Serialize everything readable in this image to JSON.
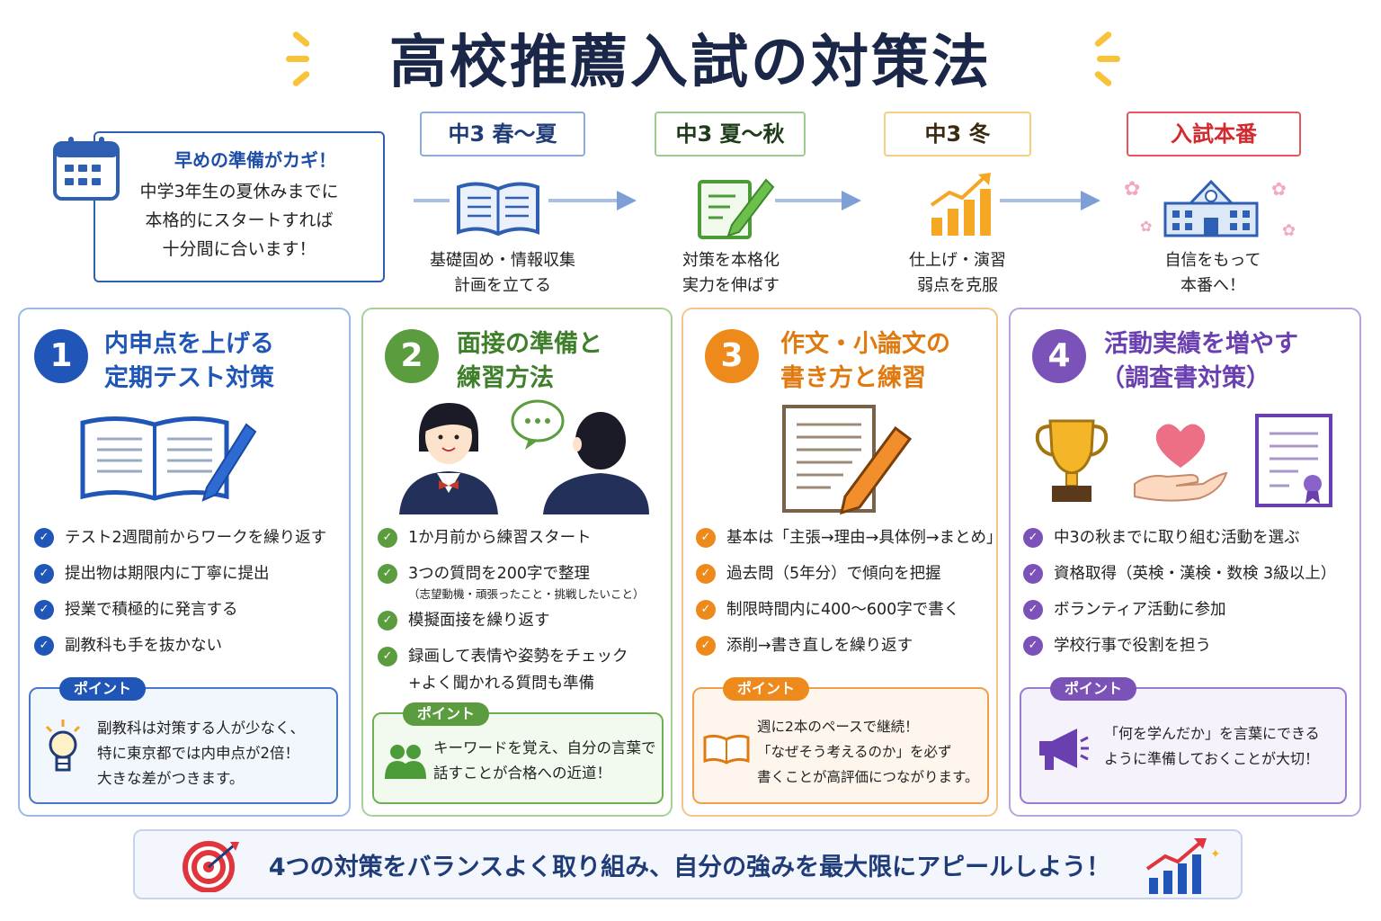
{
  "title": "高校推薦入試の対策法",
  "intro": {
    "heading": "早めの準備がカギ！",
    "lines": [
      "中学3年生の夏休みまでに",
      "本格的にスタートすれば",
      "十分間に合います！"
    ]
  },
  "timeline": [
    {
      "label": "中3 春〜夏",
      "desc": [
        "基礎固め・情報収集",
        "計画を立てる"
      ],
      "icon": "open-book-icon",
      "color": "#4a78c8"
    },
    {
      "label": "中3 夏〜秋",
      "desc": [
        "対策を本格化",
        "実力を伸ばす"
      ],
      "icon": "pencil-paper-icon",
      "color": "#5aa04a"
    },
    {
      "label": "中3 冬",
      "desc": [
        "仕上げ・演習",
        "弱点を克服"
      ],
      "icon": "growth-chart-icon",
      "color": "#f0a623"
    },
    {
      "label": "入試本番",
      "desc": [
        "自信をもって",
        "本番へ！"
      ],
      "icon": "school-building-icon",
      "color": "#e0454a"
    }
  ],
  "cards": [
    {
      "num": "1",
      "title": [
        "内申点を上げる",
        "定期テスト対策"
      ],
      "color": "#1f56b8",
      "items": [
        {
          "text": "テスト2週間前からワークを繰り返す"
        },
        {
          "text": "提出物は期限内に丁寧に提出"
        },
        {
          "text": "授業で積極的に発言する"
        },
        {
          "text": "副教科も手を抜かない"
        }
      ],
      "point_label": "ポイント",
      "point_lines": [
        "副教科は対策する人が少なく、",
        "特に東京都では内申点が2倍！",
        "大きな差がつきます。"
      ]
    },
    {
      "num": "2",
      "title": [
        "面接の準備と",
        "練習方法"
      ],
      "color": "#5b9c3f",
      "items": [
        {
          "text": "1か月前から練習スタート"
        },
        {
          "text": "3つの質問を200字で整理",
          "sub": "（志望動機・頑張ったこと・挑戦したいこと）"
        },
        {
          "text": "模擬面接を繰り返す"
        },
        {
          "text": "録画して表情や姿勢をチェック",
          "sub2": "+よく聞かれる質問も準備"
        }
      ],
      "point_label": "ポイント",
      "point_lines": [
        "キーワードを覚え、自分の言葉で",
        "話すことが合格への近道！"
      ]
    },
    {
      "num": "3",
      "title": [
        "作文・小論文の",
        "書き方と練習"
      ],
      "color": "#ee8a1c",
      "items": [
        {
          "text": "基本は「主張→理由→具体例→まとめ」"
        },
        {
          "text": "過去問（5年分）で傾向を把握"
        },
        {
          "text": "制限時間内に400〜600字で書く"
        },
        {
          "text": "添削→書き直しを繰り返す"
        }
      ],
      "point_label": "ポイント",
      "point_lines": [
        "週に2本のペースで継続！",
        "「なぜそう考えるのか」を必ず",
        "書くことが高評価につながります。"
      ]
    },
    {
      "num": "4",
      "title": [
        "活動実績を増やす",
        "（調査書対策）"
      ],
      "color": "#7b52b8",
      "items": [
        {
          "text": "中3の秋までに取り組む活動を選ぶ"
        },
        {
          "text": "資格取得（英検・漢検・数検 3級以上）"
        },
        {
          "text": "ボランティア活動に参加"
        },
        {
          "text": "学校行事で役割を担う"
        }
      ],
      "point_label": "ポイント",
      "point_lines": [
        "「何を学んだか」を言葉にできる",
        "ように準備しておくことが大切！"
      ]
    }
  ],
  "banner": "4つの対策をバランスよく取り組み、自分の強みを最大限にアピールしよう！"
}
